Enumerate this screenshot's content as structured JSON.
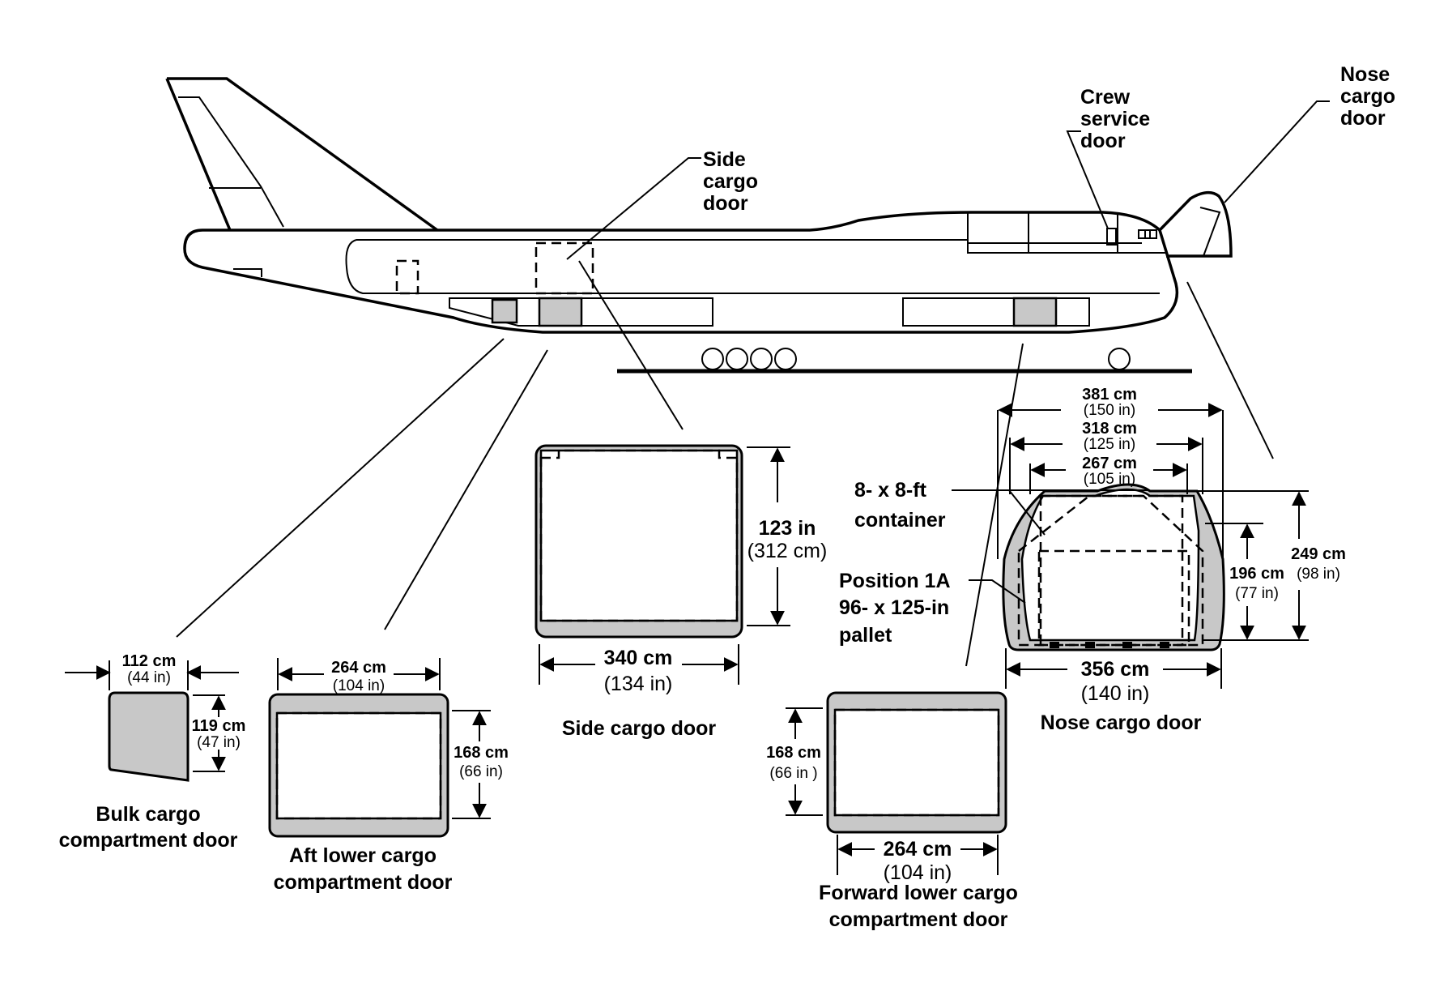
{
  "labels": {
    "side_cargo_door": [
      "Side",
      "cargo",
      "door"
    ],
    "crew_service_door": [
      "Crew",
      "service",
      "door"
    ],
    "nose_cargo_door": [
      "Nose",
      "cargo",
      "door"
    ],
    "container": [
      "8- x 8-ft",
      "container"
    ],
    "pallet": [
      "Position 1A",
      "96- x 125-in",
      "pallet"
    ]
  },
  "doors": {
    "bulk": {
      "title": [
        "Bulk cargo",
        "compartment door"
      ],
      "width_cm": "112 cm",
      "width_in": "(44 in)",
      "height_cm": "119 cm",
      "height_in": "(47 in)"
    },
    "aft_lower": {
      "title": [
        "Aft lower cargo",
        "compartment door"
      ],
      "width_cm": "264 cm",
      "width_in": "(104 in)",
      "height_cm": "168 cm",
      "height_in": "(66 in)"
    },
    "side": {
      "title": "Side cargo door",
      "width_cm": "340 cm",
      "width_in": "(134 in)",
      "height_in": "123 in",
      "height_cm": "(312 cm)"
    },
    "forward_lower": {
      "title": [
        "Forward lower cargo",
        "compartment door"
      ],
      "width_cm": "264 cm",
      "width_in": "(104 in)",
      "height_cm": "168 cm",
      "height_in": "(66 in )"
    },
    "nose": {
      "title": "Nose cargo door",
      "top1_cm": "381 cm",
      "top1_in": "(150 in)",
      "top2_cm": "318 cm",
      "top2_in": "(125 in)",
      "top3_cm": "267 cm",
      "top3_in": "(105 in)",
      "h1_cm": "196 cm",
      "h1_in": "(77 in)",
      "h2_cm": "249 cm",
      "h2_in": "(98 in)",
      "width_cm": "356 cm",
      "width_in": "(140 in)"
    }
  }
}
